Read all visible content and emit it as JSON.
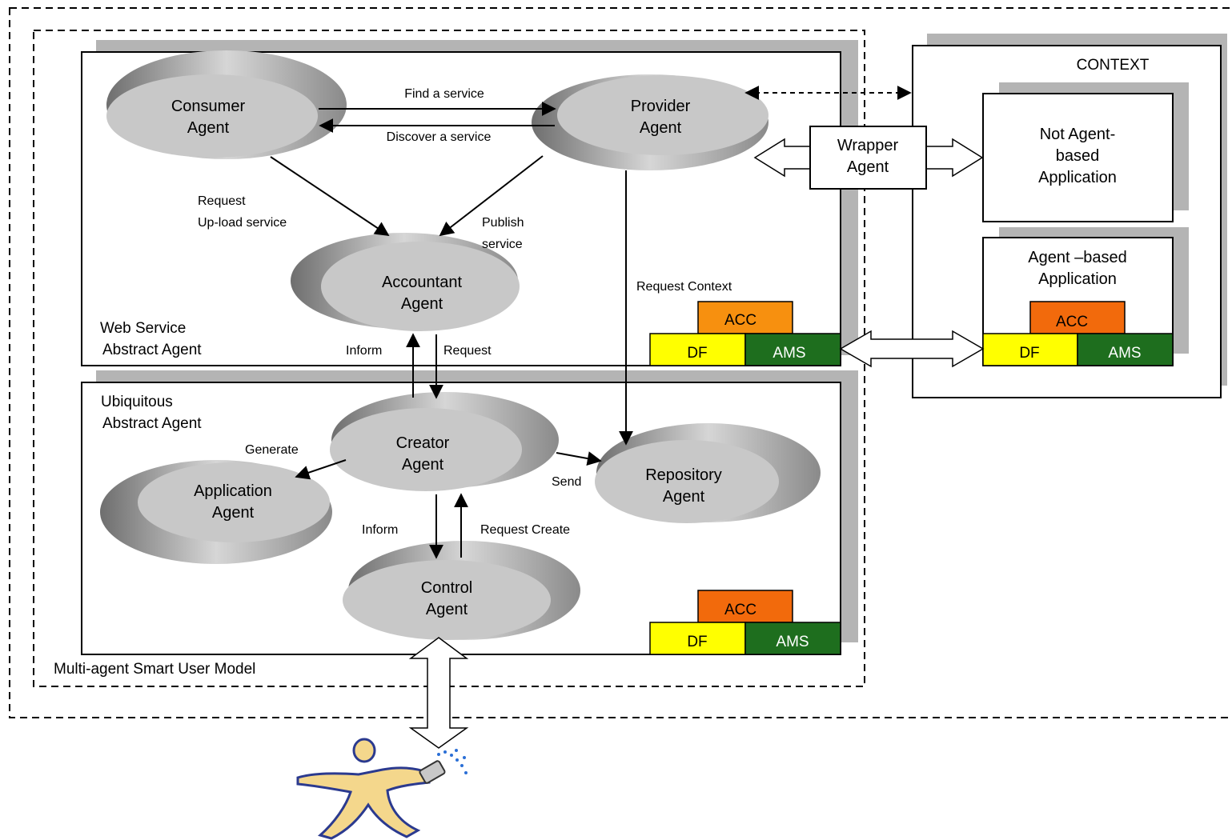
{
  "title": "Multi-agent Smart User Model",
  "web_service": {
    "label_line1": "Web Service",
    "label_line2": "Abstract Agent"
  },
  "ubiquitous": {
    "label_line1": "Ubiquitous",
    "label_line2": "Abstract Agent"
  },
  "context": {
    "title": "CONTEXT"
  },
  "nodes": {
    "consumer": {
      "line1": "Consumer",
      "line2": "Agent"
    },
    "provider": {
      "line1": "Provider",
      "line2": "Agent"
    },
    "accountant": {
      "line1": "Accountant",
      "line2": "Agent"
    },
    "creator": {
      "line1": "Creator",
      "line2": "Agent"
    },
    "application": {
      "line1": "Application",
      "line2": "Agent"
    },
    "repository": {
      "line1": "Repository",
      "line2": "Agent"
    },
    "control": {
      "line1": "Control",
      "line2": "Agent"
    },
    "wrapper": {
      "line1": "Wrapper",
      "line2": "Agent"
    },
    "not_agent_app": {
      "line1": "Not Agent-",
      "line2": "based",
      "line3": "Application"
    },
    "agent_app": {
      "line1": "Agent –based",
      "line2": "Application"
    }
  },
  "edges": {
    "find_service": "Find a service",
    "discover_service": "Discover a service",
    "request": "Request",
    "upload_service": "Up-load service",
    "publish": "Publish",
    "service": "service",
    "request_context": "Request  Context",
    "inform_top": "Inform",
    "request_top": "Request",
    "generate": "Generate",
    "send": "Send",
    "inform_bottom": "Inform",
    "request_create": "Request  Create"
  },
  "platform_stack": {
    "acc": "ACC",
    "df": "DF",
    "ams": "AMS"
  },
  "colors": {
    "acc": "#f26a0c",
    "acc_light": "#f7900f",
    "df": "#ffff00",
    "ams": "#1e6e1e",
    "node_fill": "#c8c8c8",
    "shadow": "#b4b4b4"
  }
}
